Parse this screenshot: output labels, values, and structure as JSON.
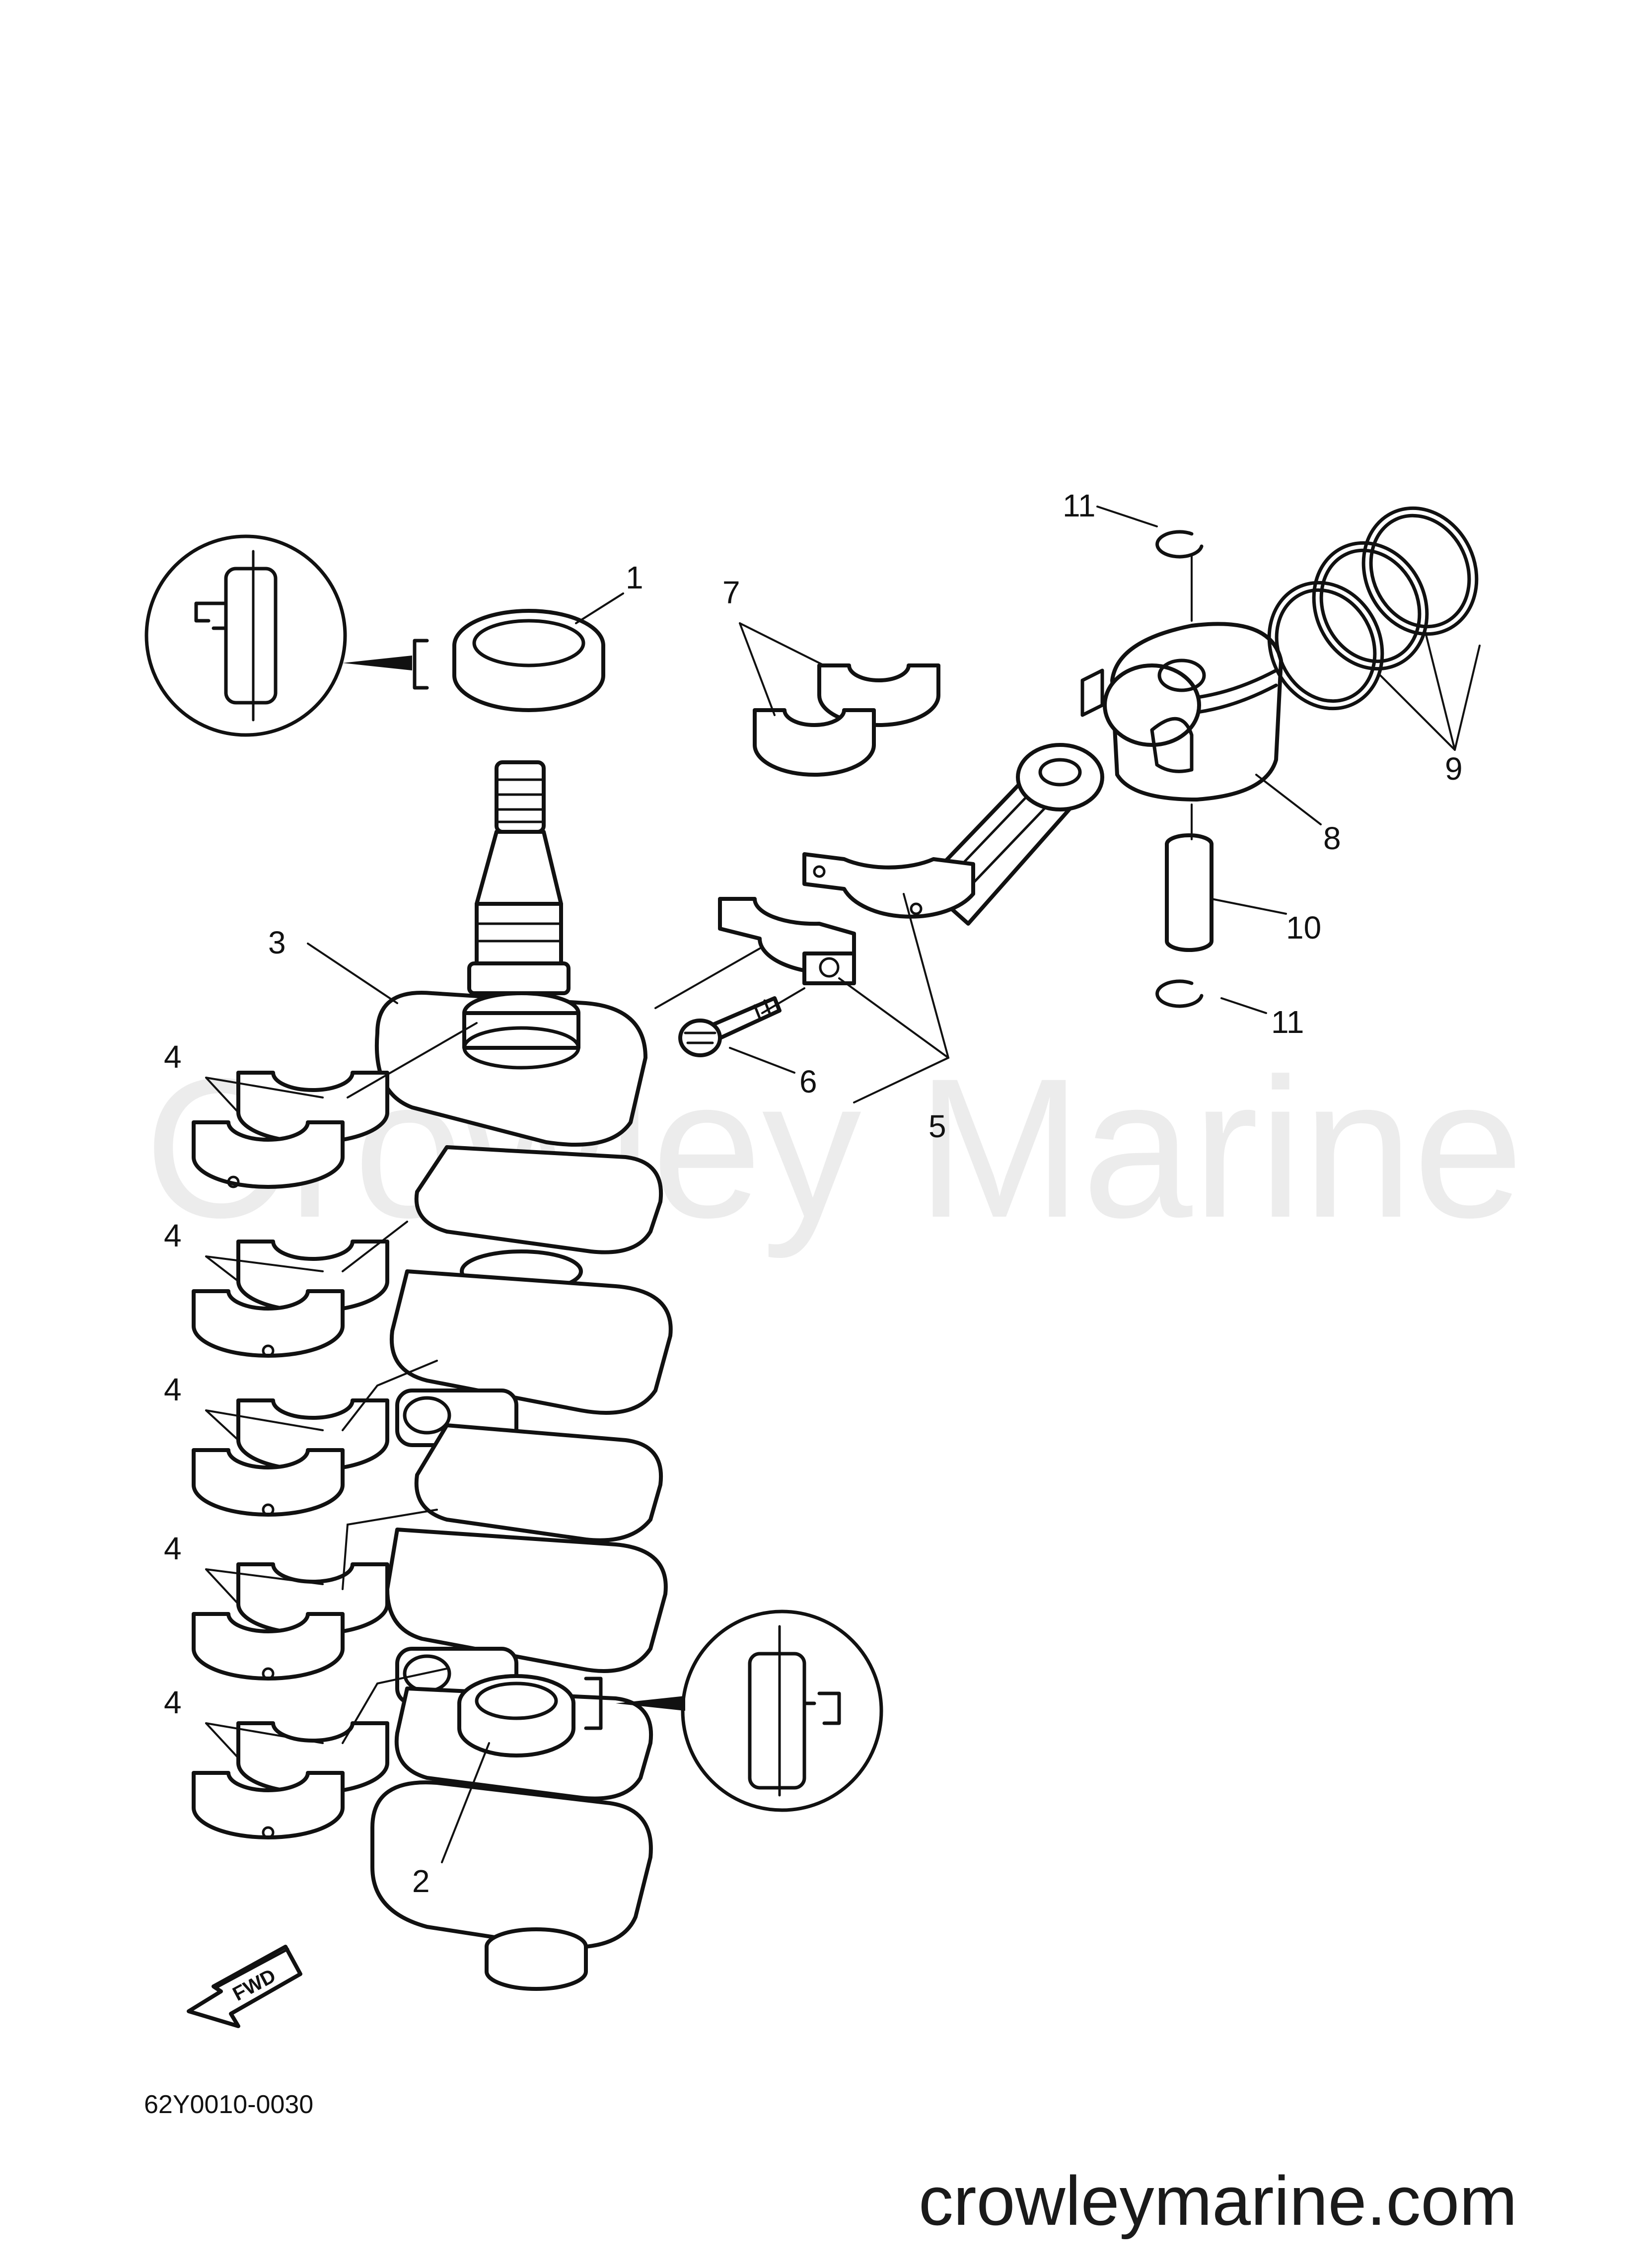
{
  "watermark": "Crowley Marine",
  "site": "crowleymarine.com",
  "part_number": "62Y0010-0030",
  "fwd_label": "FWD",
  "callouts": {
    "c1": "1",
    "c2": "2",
    "c3": "3",
    "c4a": "4",
    "c4b": "4",
    "c4c": "4",
    "c4d": "4",
    "c4e": "4",
    "c5": "5",
    "c6": "6",
    "c7": "7",
    "c8": "8",
    "c9": "9",
    "c10": "10",
    "c11a": "11",
    "c11b": "11"
  }
}
